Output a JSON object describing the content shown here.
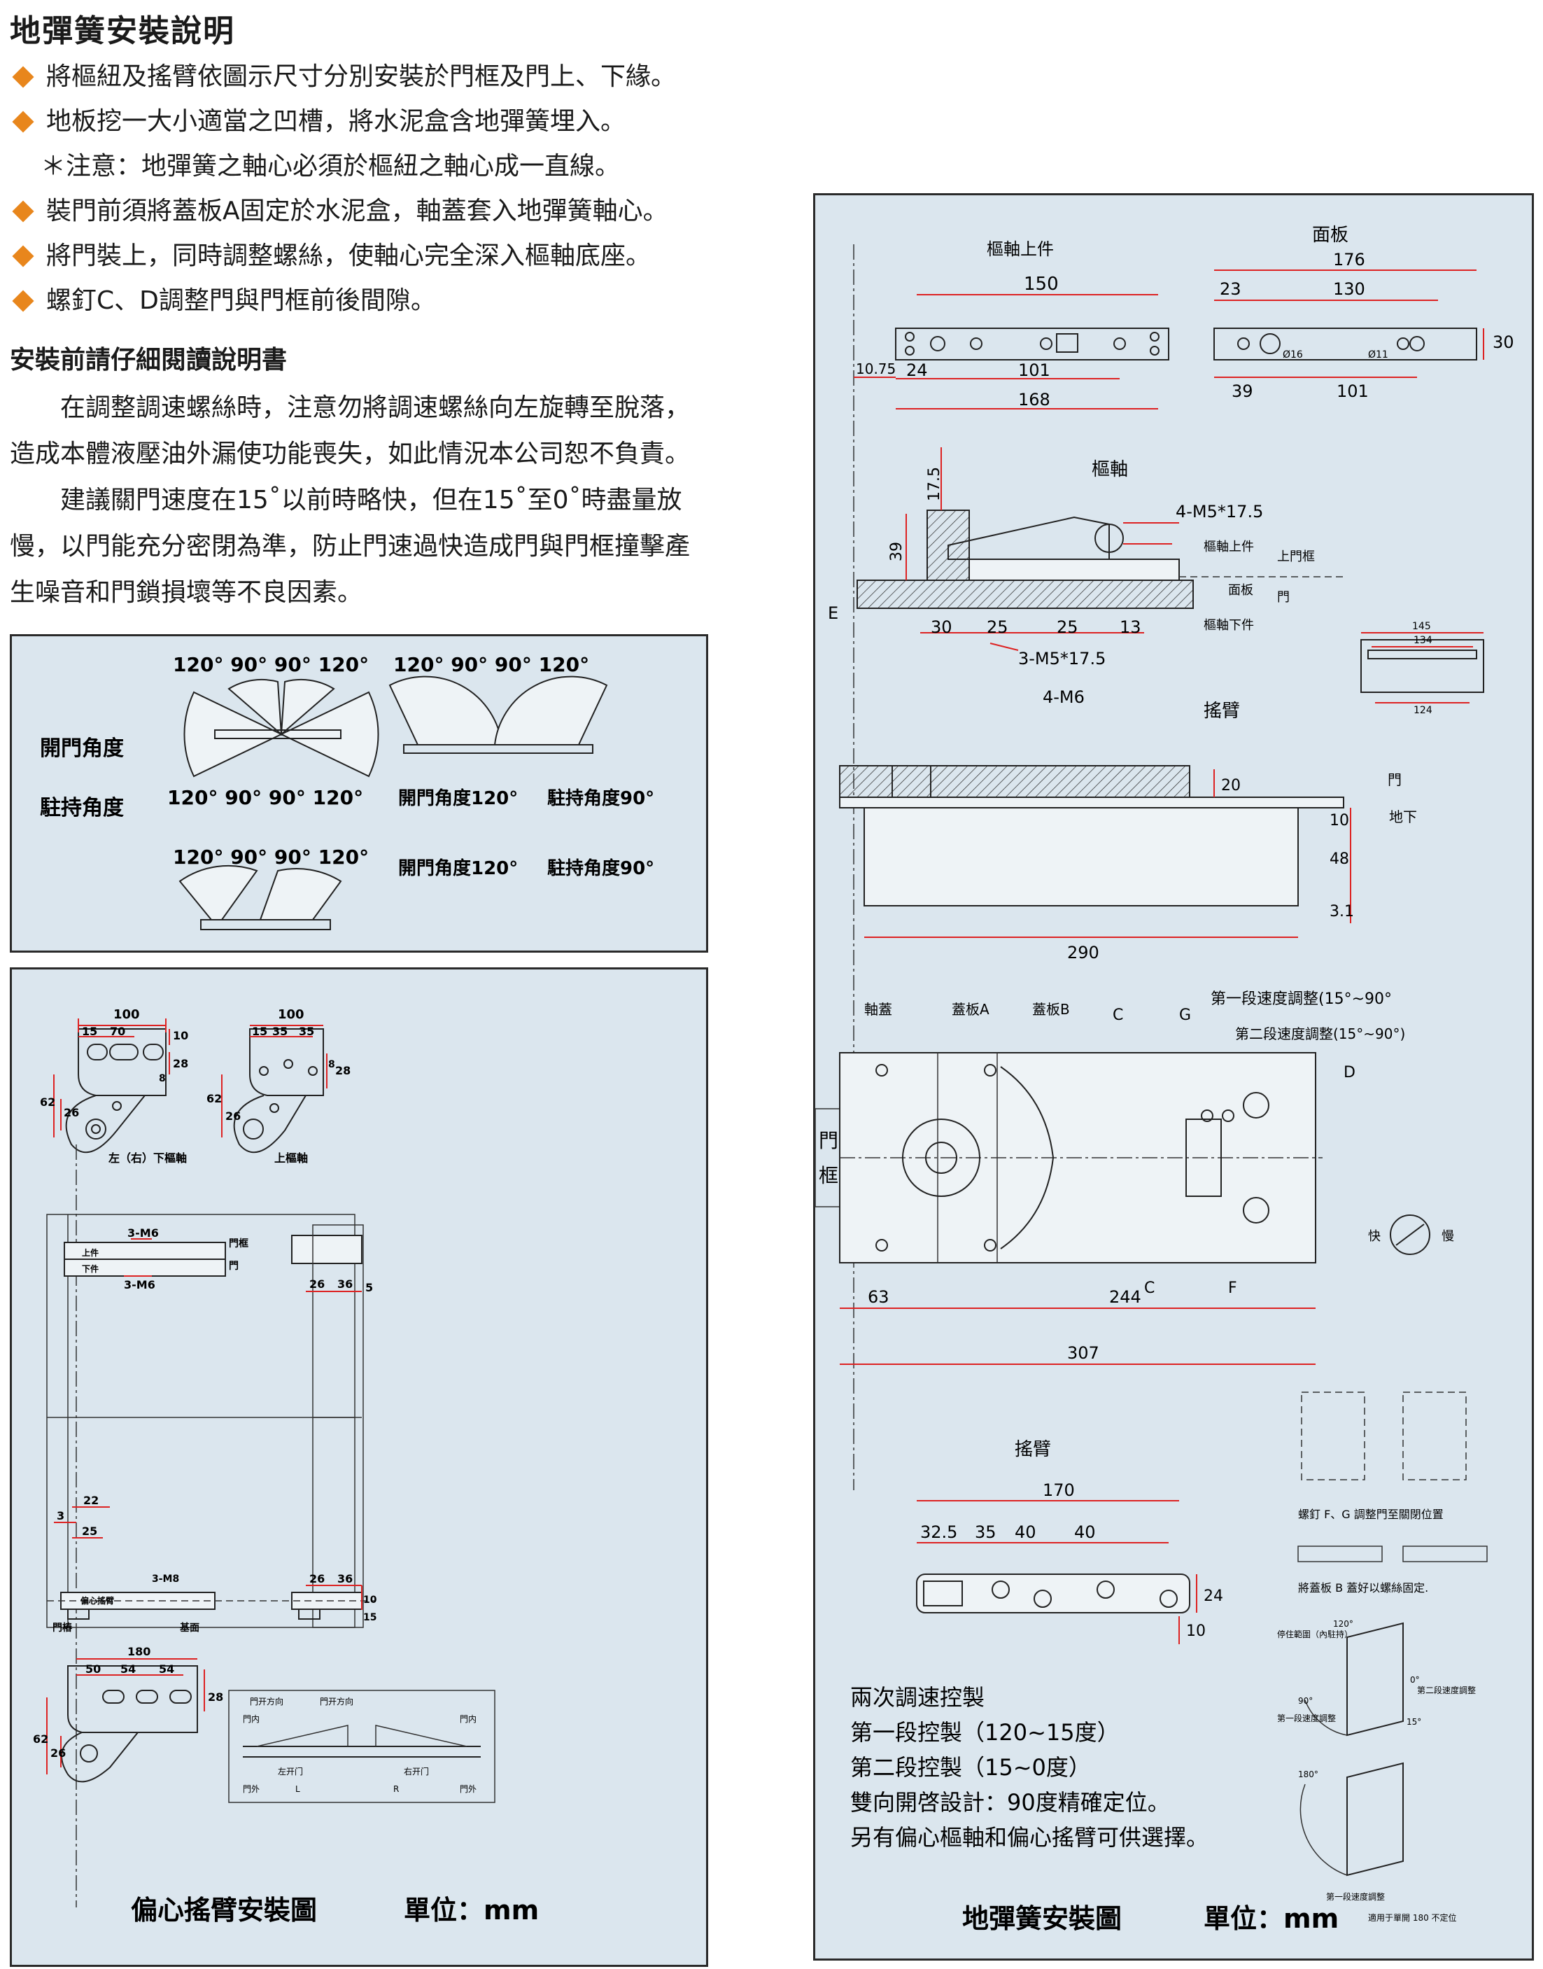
{
  "title": "地彈簧安裝說明",
  "bullets": [
    "將樞紐及搖臂依圖示尺寸分別安裝於門框及門上、下緣。",
    "地板挖一大小適當之凹槽，將水泥盒含地彈簧埋入。",
    "＊注意：地彈簧之軸心必須於樞紐之軸心成一直線。",
    "裝門前須將蓋板A固定於水泥盒，軸蓋套入地彈簧軸心。",
    "將門裝上，同時調整螺絲，使軸心完全深入樞軸底座。",
    "螺釘C、D調整門與門框前後間隙。"
  ],
  "subheading": "安裝前請仔細閱讀說明書",
  "paragraphs": [
    "在調整調速螺絲時，注意勿將調速螺絲向左旋轉至脫落，造成本體液壓油外漏使功能喪失，如此情況本公司恕不負責。",
    "建議關門速度在15˚以前時略快，但在15˚至0˚時盡量放慢，以門能充分密閉為準，防止門速過快造成門與門框撞擊產生噪音和門鎖損壞等不良因素。"
  ],
  "angles_panel": {
    "label_open": "開門角度",
    "label_hold": "駐持角度",
    "row1_left": "120° 90° 90° 120°",
    "row1_right": "120° 90° 90° 120°",
    "row2_left": "120° 90° 90° 120°",
    "row2_open": "開門角度120°",
    "row2_hold": "駐持角度90°",
    "row3_left": "120° 90° 90° 120°",
    "row3_open": "開門角度120°",
    "row3_hold": "駐持角度90°"
  },
  "eccentric_panel": {
    "caption": "偏心搖臂安裝圖",
    "unit": "單位：mm",
    "lower_pivot_label": "左（右）下樞軸",
    "upper_pivot_label": "上樞軸",
    "dims_lower": [
      "100",
      "15",
      "70",
      "10",
      "28",
      "8",
      "62",
      "26"
    ],
    "dims_upper": [
      "100",
      "15",
      "35",
      "35",
      "8",
      "28",
      "62",
      "26"
    ],
    "door_labels": {
      "m6_top": "3-M6",
      "m6_bottom": "3-M6",
      "upper": "上件",
      "lower": "下件",
      "frame": "門框",
      "door": "門",
      "m8": "3-M8",
      "arm": "偏心搖臂",
      "hinge": "門樁",
      "base": "基面"
    },
    "dims_door": [
      "26",
      "36",
      "5",
      "22",
      "3",
      "25",
      "26",
      "36",
      "10",
      "15"
    ],
    "arm_dims": [
      "180",
      "50",
      "54",
      "54",
      "28",
      "62",
      "26"
    ],
    "direction_labels": {
      "open_dir_l": "門开方向",
      "open_dir_r": "門开方向",
      "in_l": "門内",
      "in_r": "門内",
      "left": "左开门",
      "right": "右开门",
      "out_l": "門外",
      "out_r": "門外",
      "l": "L",
      "r": "R"
    }
  },
  "floor_panel": {
    "caption": "地彈簧安裝圖",
    "unit": "單位：mm",
    "pivot_top_label": "樞軸上件",
    "face_plate_label": "面板",
    "pivot_dims": [
      "150",
      "10.75",
      "24",
      "101",
      "168"
    ],
    "face_dims": [
      "176",
      "23",
      "130",
      "39",
      "101",
      "30",
      "Ø16",
      "Ø11"
    ],
    "pivot_label": "樞軸",
    "section_labels": {
      "screw_top": "4-M5*17.5",
      "upper_piece": "樞軸上件",
      "upper_frame": "上門框",
      "face": "面板",
      "door": "門",
      "lower_piece": "樞軸下件",
      "e": "E",
      "screw_bottom": "3-M5*17.5"
    },
    "section_dims": [
      "17.5",
      "39",
      "30",
      "25",
      "25",
      "13"
    ],
    "small_dims": [
      "145",
      "134",
      "124"
    ],
    "arm_section": {
      "screws": "4-M6",
      "arm": "搖臂",
      "door": "門",
      "floor": "地下",
      "dims": [
        "20",
        "10",
        "48",
        "3.1",
        "290"
      ]
    },
    "plan_labels": {
      "cap": "軸蓋",
      "plate_a": "蓋板A",
      "plate_b": "蓋板B",
      "c": "C",
      "g": "G",
      "speed1": "第一段速度調整(15°~90°",
      "speed2": "第二段速度調整(15°~90°)",
      "d": "D",
      "c2": "C",
      "f": "F",
      "frame": "門框",
      "fast": "快",
      "slow": "慢"
    },
    "plan_dims": [
      "63",
      "244",
      "307"
    ],
    "arm_plan": {
      "label": "搖臂",
      "dims": [
        "170",
        "32.5",
        "35",
        "40",
        "40",
        "24",
        "10"
      ]
    },
    "notes": {
      "fg": "螺釘 F、G 調整門至關閉位置",
      "plate_b": "將蓋板 B 蓋好以螺絲固定.",
      "hold": "停住範圍（內駐持）",
      "stage1": "第一段速度調整",
      "stage2": "第二段速度調整",
      "single": "適用于單開 180 不定位",
      "a120": "120°",
      "a90": "90°",
      "a0": "0°",
      "a15": "15°",
      "a180": "180°"
    },
    "features": [
      "兩次調速控製",
      "第一段控製（120~15度）",
      "第二段控製（15~0度）",
      "雙向開啓設計：90度精確定位。",
      "另有偏心樞軸和偏心搖臂可供選擇。"
    ]
  }
}
